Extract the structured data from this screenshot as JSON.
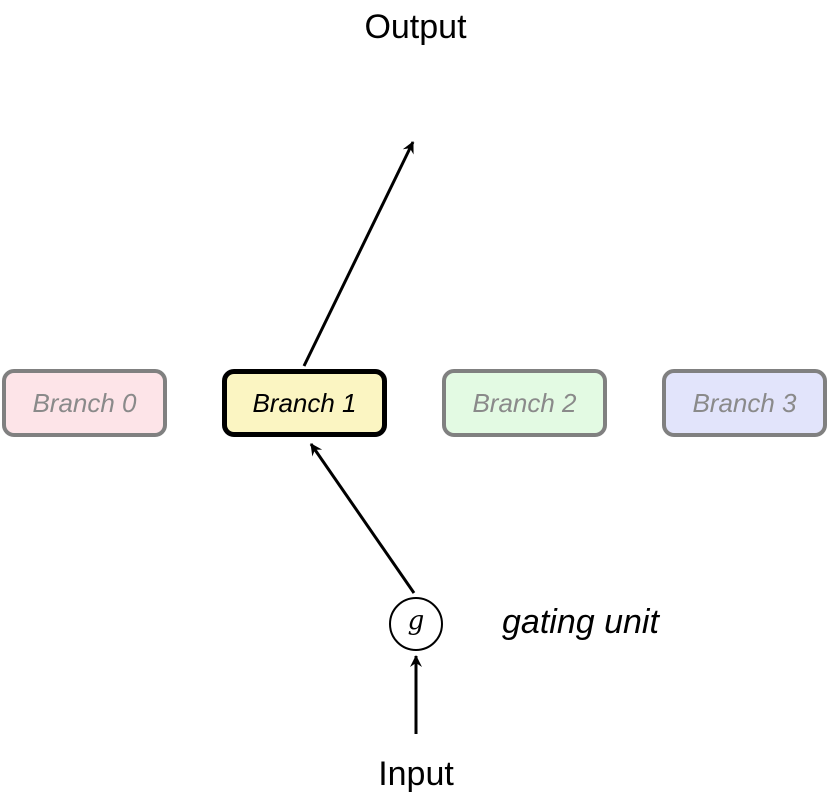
{
  "output_label": "Output",
  "input_label": "Input",
  "gating_label": "gating unit",
  "gate_symbol": "g",
  "branches": [
    {
      "label": "Branch 0",
      "fill": "#fde4e8",
      "active": false
    },
    {
      "label": "Branch 1",
      "fill": "#fbf5c2",
      "active": true
    },
    {
      "label": "Branch 2",
      "fill": "#e3fae3",
      "active": false
    },
    {
      "label": "Branch 3",
      "fill": "#e2e4fb",
      "active": false
    }
  ],
  "colors": {
    "edge": "#000000",
    "inactive_border": "#808080"
  }
}
